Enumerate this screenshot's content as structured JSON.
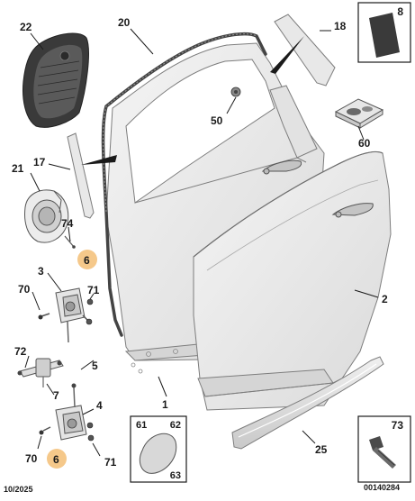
{
  "callouts": {
    "c1": "1",
    "c2": "2",
    "c3": "3",
    "c4": "4",
    "c5": "5",
    "c6a": "6",
    "c6b": "6",
    "c7": "7",
    "c8": "8",
    "c17": "17",
    "c18": "18",
    "c20": "20",
    "c21": "21",
    "c22": "22",
    "c25": "25",
    "c50": "50",
    "c60": "60",
    "c61": "61",
    "c62": "62",
    "c63": "63",
    "c70a": "70",
    "c70b": "70",
    "c71a": "71",
    "c71b": "71",
    "c72": "72",
    "c73": "73",
    "c74": "74"
  },
  "footer": {
    "date": "10/2025",
    "ref": "00140284"
  },
  "colors": {
    "panel": "#ececec",
    "panel_shade": "#d9d9d9",
    "outline": "#8a8a8a",
    "highlight": "#f5c88a",
    "dark_part": "#3a3a3a"
  }
}
